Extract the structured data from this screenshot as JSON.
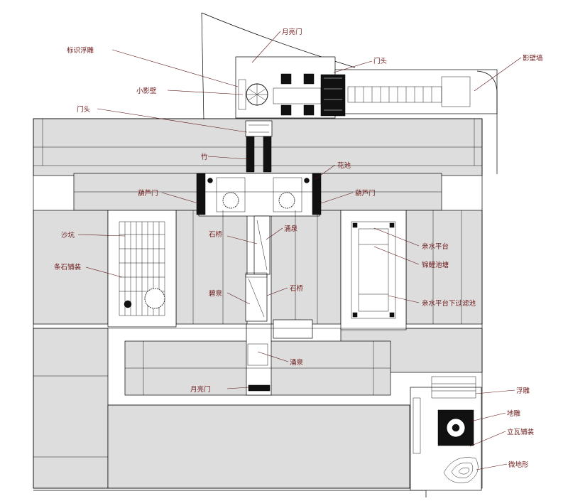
{
  "labels": {
    "moon_gate_top": "月亮门",
    "sign_relief": "标识浮雕",
    "gate_head_top": "门头",
    "screen_wall": "影壁墙",
    "small_screen": "小影壁",
    "gate_head_mid": "门头",
    "bamboo": "竹",
    "flower_bed": "花池",
    "gourd_gate_left": "葫芦门",
    "gourd_gate_right": "葫芦门",
    "sand_pit": "沙坑",
    "spring_gush_upper": "涌泉",
    "stone_bridge_upper": "石桥",
    "strip_stone_paving": "条石铺装",
    "waterside_platform": "亲水平台",
    "koi_pond": "锦鲤池塘",
    "jade_spring": "碧泉",
    "stone_bridge_lower": "石桥",
    "platform_filter_pool": "亲水平台下过滤池",
    "spring_gush_lower": "涌泉",
    "moon_gate_bottom": "月亮门",
    "relief": "浮雕",
    "floor_carving": "地雕",
    "upright_tile_paving": "立瓦铺装",
    "micro_terrain": "微地形"
  }
}
